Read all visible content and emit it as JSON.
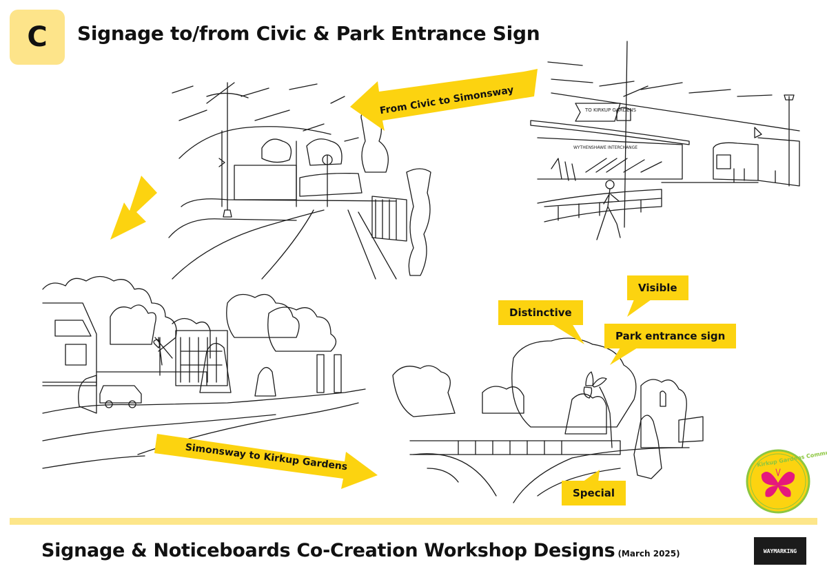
{
  "header": {
    "badge": "C",
    "title": "Signage to/from Civic & Park Entrance Sign"
  },
  "arrows": {
    "civic": "From Civic to Simonsway",
    "simonsway": "Simonsway to Kirkup Gardens"
  },
  "callouts": {
    "visible": "Visible",
    "distinctive": "Distinctive",
    "park_entrance": "Park entrance sign",
    "special": "Special"
  },
  "sketch_text": {
    "fingerpost": "TO KIRKUP GARDENS",
    "interchange": "WYTHENSHAWE INTERCHANGE"
  },
  "footer": {
    "title": "Signage & Noticeboards Co-Creation Workshop Designs",
    "date": "(March 2025)"
  },
  "logos": {
    "community": "Kirkup Gardens Community Taskforce",
    "waymarking": "WAYMARKING"
  },
  "colors": {
    "accent": "#fcd310",
    "badge": "#fde48a",
    "band": "#fde68a",
    "logo_pink": "#e5197c",
    "logo_green": "#8cc63f"
  }
}
